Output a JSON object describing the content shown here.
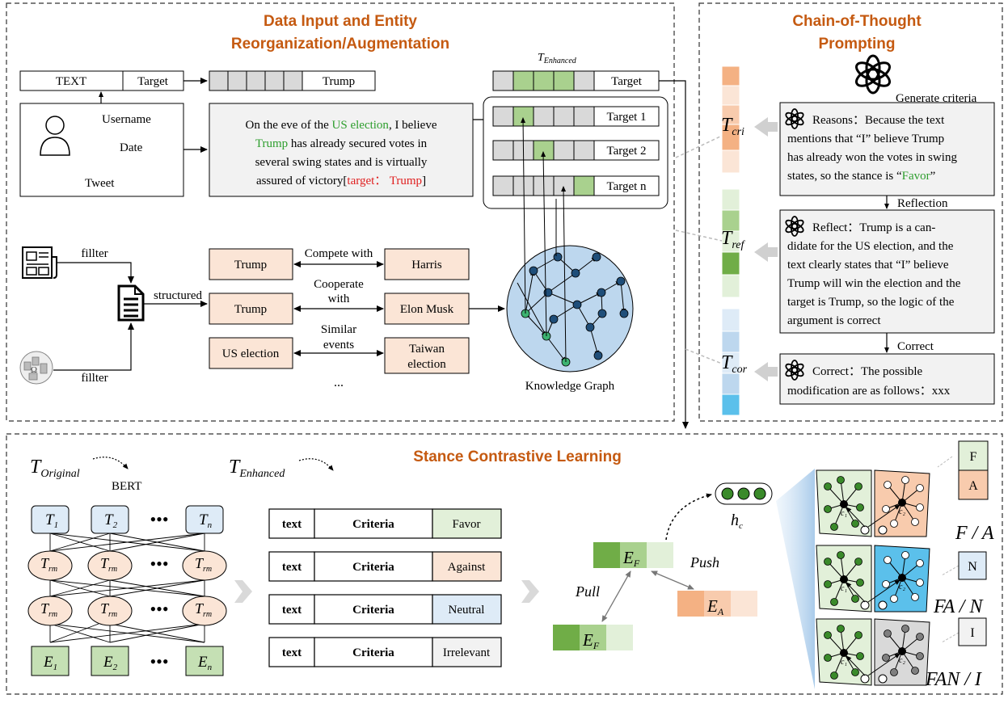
{
  "sections": {
    "input_title_line1": "Data Input and Entity",
    "input_title_line2": "Reorganization/Augmentation",
    "cot_title_line1": "Chain-of-Thought",
    "cot_title_line2": "Prompting",
    "scl_title": "Stance Contrastive Learning"
  },
  "input": {
    "text_label": "TEXT",
    "target_label": "Target",
    "trump_label": "Trump",
    "username": "Username",
    "date": "Date",
    "tweet": "Tweet",
    "tweet_line1_a": "On the eve of the ",
    "tweet_line1_b": "US election",
    "tweet_line1_c": ", I believe",
    "tweet_line2_a": "Trump",
    "tweet_line2_b": " has already secured votes in",
    "tweet_line3": "several swing states and is virtually",
    "tweet_line4_a": "assured of victory[",
    "tweet_line4_b": "target： Trump",
    "tweet_line4_c": "]",
    "t_enhanced_T": "T",
    "t_enhanced_sub": "Enhanced",
    "target1": "Target 1",
    "target2": "Target 2",
    "targetn": "Target n",
    "filter1": "fillter",
    "filter2": "fillter",
    "structured": "structured",
    "kg_label": "Knowledge Graph",
    "ellipsis": "...",
    "entities": {
      "e1_left": "Trump",
      "e1_right": "Harris",
      "e1_rel": "Compete with",
      "e2_left": "Trump",
      "e2_right": "Elon Musk",
      "e2_rel_line1": "Cooperate",
      "e2_rel_line2": "with",
      "e3_left": "US election",
      "e3_right_line1": "Taiwan",
      "e3_right_line2": "election",
      "e3_rel_line1": "Similar",
      "e3_rel_line2": "events"
    }
  },
  "cot": {
    "generate_criteria": "Generate criteria",
    "t_cri_sub": "cri",
    "t_ref_sub": "ref",
    "t_cor_sub": "cor",
    "reasons_line1": "Reasons：Because the text",
    "reasons_line2": "mentions that “I” believe Trump",
    "reasons_line3": "has already won the votes in swing",
    "reasons_line4_a": "states, so the stance is “",
    "reasons_line4_b": "Favor",
    "reasons_line4_c": "”",
    "reflection": "Reflection",
    "reflect_line1": "Reflect：Trump is a can-",
    "reflect_line2": "didate for the US election, and the",
    "reflect_line3": "text clearly states that “I” believe",
    "reflect_line4": "Trump will win the election and the",
    "reflect_line5": "target is Trump, so the logic of the",
    "reflect_line6": "argument is correct",
    "correct": "Correct",
    "correct_line1": "Correct：The possible",
    "correct_line2": "modification are as follows：xxx"
  },
  "scl": {
    "t_original_sub": "Original",
    "t_enhanced_sub": "Enhanced",
    "bert": "BERT",
    "dots": "•••",
    "rows": [
      {
        "text": "text",
        "criteria": "Criteria",
        "stance": "Favor",
        "color": "#E2F0D9"
      },
      {
        "text": "text",
        "criteria": "Criteria",
        "stance": "Against",
        "color": "#FBE5D6"
      },
      {
        "text": "text",
        "criteria": "Criteria",
        "stance": "Neutral",
        "color": "#DEEBF7"
      },
      {
        "text": "text",
        "criteria": "Criteria",
        "stance": "Irrelevant",
        "color": "#F2F2F2"
      }
    ],
    "pull": "Pull",
    "push": "Push",
    "ef": "E",
    "ef_sub": "F",
    "ea_sub": "A",
    "hc": "h",
    "hc_sub": "c",
    "legend_f": "F",
    "legend_a": "A",
    "legend_n": "N",
    "legend_i": "I",
    "fa": "F / A",
    "fan": "FA / N",
    "fani": "FAN / I"
  },
  "colors": {
    "accent_orange": "#C55A11",
    "green_fill": "#E2F0D9",
    "green_strong": "#70AD47",
    "orange_fill": "#F8CBAD",
    "blue_fill": "#DEEBF7",
    "blue_strong": "#5BC0EB",
    "gray_fill": "#D9D9D9",
    "kg_fill": "#BDD7EE"
  }
}
